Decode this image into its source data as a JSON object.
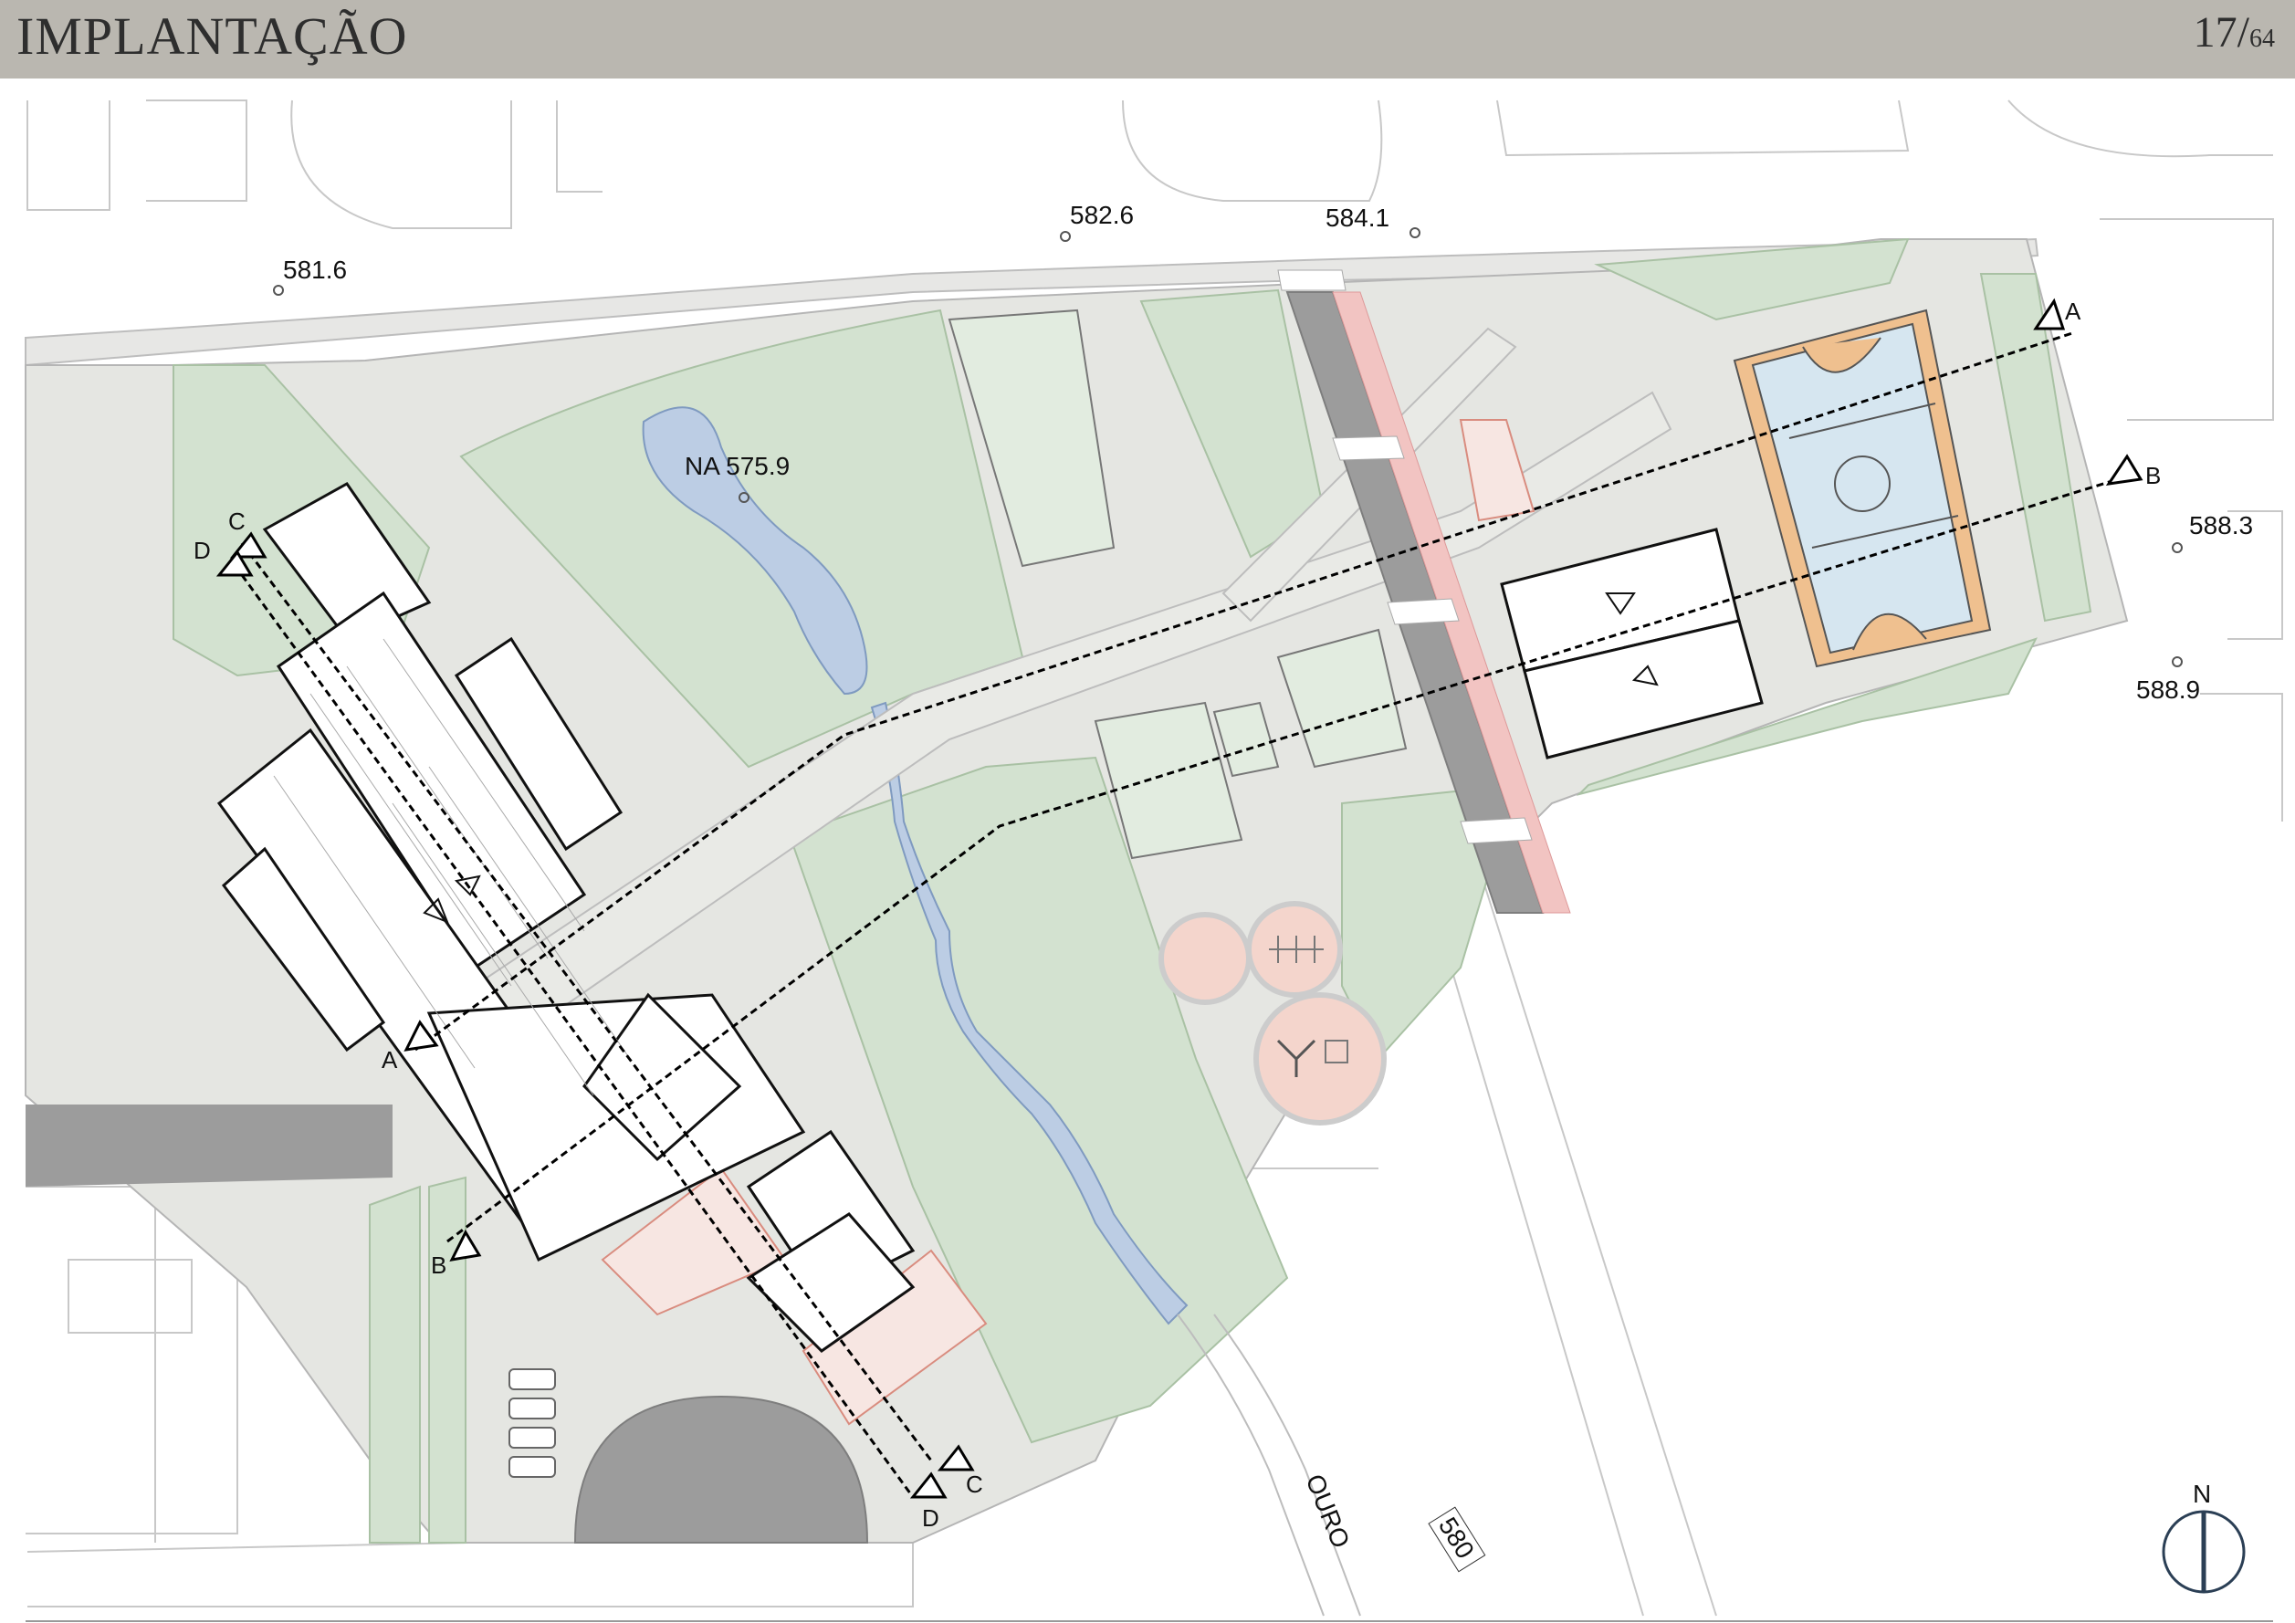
{
  "header": {
    "title": "IMPLANTAÇÃO",
    "page_current": "17",
    "page_separator": "/",
    "page_total": "64"
  },
  "map": {
    "elevations": [
      "581.6",
      "582.6",
      "584.1",
      "588.3",
      "588.9"
    ],
    "water_level": "NA 575.9",
    "river_name": "OURO",
    "contour_label": "580",
    "sections": [
      "A",
      "B",
      "C",
      "D"
    ],
    "north_label": "N",
    "colors": {
      "header": "#bab7b0",
      "ground": "#e5e6e2",
      "green": "#d3e2d0",
      "water": "#bccde4",
      "road_dark": "#9c9c9c",
      "bikelane": "#f2c4c2",
      "court_blue": "#d6e6f0",
      "court_orange": "#efc08f",
      "playground": "#f4d5cc"
    }
  }
}
